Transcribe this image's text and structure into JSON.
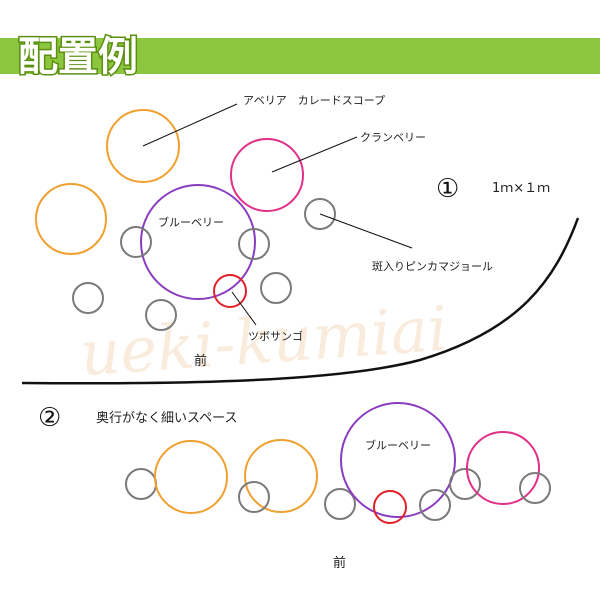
{
  "header": {
    "title": "配置例",
    "bar_color": "#8cc63f"
  },
  "watermark": "ueki-kumiai",
  "colors": {
    "orange": "#f0a030",
    "magenta": "#e0308a",
    "purple": "#8a3cc0",
    "gray": "#7a7a7a",
    "red": "#e0202a"
  },
  "example1": {
    "number": "①",
    "size_label": "1ｍ×１ｍ",
    "front_label": "前",
    "labels": {
      "abelia": "アベリア　カレードスコープ",
      "cranberry": "クランベリー",
      "blueberry": "ブルーベリー",
      "lamium": "斑入りピンカマジョール",
      "coral": "ツボサンゴ"
    }
  },
  "example2": {
    "number": "②",
    "description": "奥行がなく細いスペース",
    "front_label": "前",
    "labels": {
      "blueberry": "ブルーベリー"
    }
  }
}
